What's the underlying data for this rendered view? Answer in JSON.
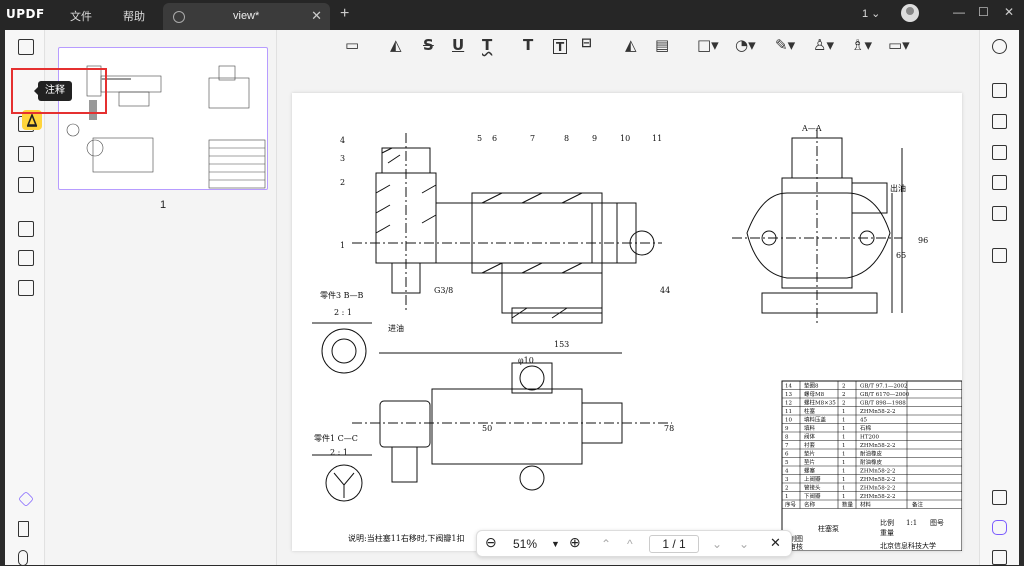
{
  "app": {
    "logo": "UPDF",
    "menu": [
      "文件",
      "帮助"
    ],
    "tab_title": "view*",
    "page_counter": "1"
  },
  "window": {
    "min": "—",
    "max": "☐",
    "close": "✕"
  },
  "left_tools": [
    {
      "name": "reader-icon"
    },
    {
      "name": "comment-icon"
    },
    {
      "name": "edit-icon"
    },
    {
      "name": "form-icon"
    },
    {
      "name": "sign-icon"
    },
    {
      "name": "organize-icon"
    },
    {
      "name": "crop-icon"
    },
    {
      "name": "page-icon"
    },
    {
      "name": "layers-icon"
    },
    {
      "name": "bookmark-icon"
    },
    {
      "name": "attachment-icon"
    }
  ],
  "tooltip": "注释",
  "thumbnail": {
    "page_label": "1"
  },
  "toolbar": {
    "tools": [
      "note",
      "highlight",
      "strikethrough",
      "underline",
      "squiggly",
      "text",
      "textbox",
      "callout",
      "pencil",
      "eraser",
      "shape",
      "sticker",
      "pin",
      "stamp",
      "signature",
      "measure"
    ]
  },
  "drawing": {
    "labels_left": [
      "4",
      "3",
      "2",
      "1",
      "5",
      "6",
      "7",
      "8",
      "9",
      "10",
      "11"
    ],
    "section_aa": "A—A",
    "part_bb": "零件3  B—B",
    "ratio_bb": "2 : 1",
    "part_cc": "零件1  C—C",
    "ratio_cc": "2 : 1",
    "note": "说明:当柱塞11右移时,下阀瓣1扣",
    "in_label": "进油",
    "out_label": "出油",
    "g38": "G3/8",
    "dim_153": "153",
    "dim_phi10": "φ10",
    "dim_44": "44",
    "dim_96": "96",
    "dim_65": "65",
    "dim_78": "78",
    "dim_50": "50",
    "table_rows": [
      {
        "no": "14",
        "name": "垫圈8",
        "qty": "2",
        "std": "GB/T 97.1—2002"
      },
      {
        "no": "13",
        "name": "螺母M8",
        "qty": "2",
        "std": "GB/T 6170—2000"
      },
      {
        "no": "12",
        "name": "螺柱M8×35",
        "qty": "2",
        "std": "GB/T 898—1988"
      },
      {
        "no": "11",
        "name": "柱塞",
        "qty": "1",
        "std": "ZHMn58-2-2"
      },
      {
        "no": "10",
        "name": "填料压盖",
        "qty": "1",
        "std": "45"
      },
      {
        "no": "9",
        "name": "填料",
        "qty": "1",
        "std": "石棉"
      },
      {
        "no": "8",
        "name": "阀体",
        "qty": "1",
        "std": "HT200"
      },
      {
        "no": "7",
        "name": "衬套",
        "qty": "1",
        "std": "ZHMn58-2-2"
      },
      {
        "no": "6",
        "name": "垫片",
        "qty": "1",
        "std": "耐油橡皮"
      },
      {
        "no": "5",
        "name": "垫片",
        "qty": "1",
        "std": "耐油橡皮"
      },
      {
        "no": "4",
        "name": "螺塞",
        "qty": "1",
        "std": "ZHMn58-2-2"
      },
      {
        "no": "3",
        "name": "上阀瓣",
        "qty": "1",
        "std": "ZHMn58-2-2"
      },
      {
        "no": "2",
        "name": "管接头",
        "qty": "1",
        "std": "ZHMn58-2-2"
      },
      {
        "no": "1",
        "name": "下阀瓣",
        "qty": "1",
        "std": "ZHMn58-2-2"
      }
    ],
    "table_header": {
      "no": "序号",
      "name": "名称",
      "qty": "数量",
      "std": "材料",
      "remark": "备注"
    },
    "title_block": {
      "name": "柱塞泵",
      "scale_label": "比例",
      "scale": "1:1",
      "draw_no_label": "图号",
      "weight_label": "重量",
      "drawn": "制图",
      "check": "审核",
      "school": "北京信息科技大学"
    }
  },
  "zoom": {
    "value": "51%",
    "page": "1 / 1"
  }
}
